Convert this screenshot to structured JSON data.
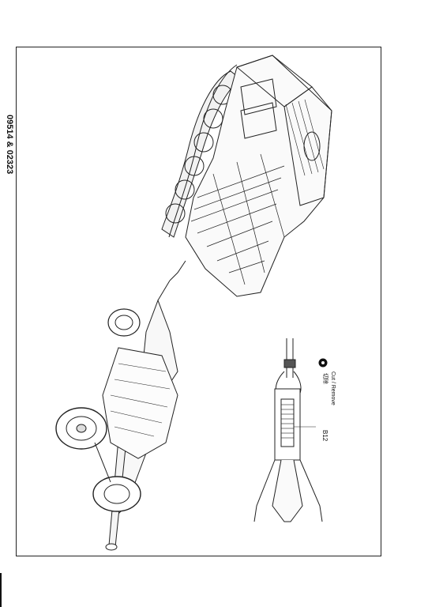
{
  "document": {
    "code": "09514 & 02323",
    "legend": {
      "icon": "cut-remove-icon",
      "cjk_label": "切除",
      "label": "Cut / Remove"
    },
    "part_label": "B12"
  }
}
